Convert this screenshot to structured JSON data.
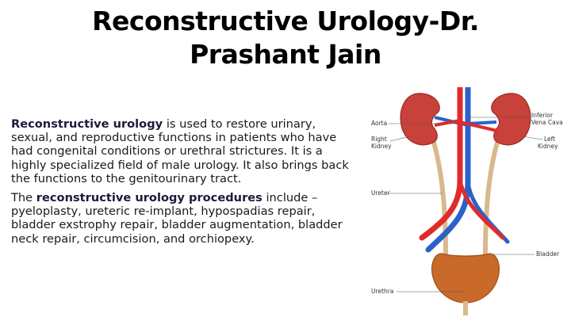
{
  "title_line1": "Reconstructive Urology-Dr.",
  "title_line2": "Prashant Jain",
  "para1": {
    "bold": "Reconstructive urology",
    "rest": " is used to restore urinary, sexual, and reproductive functions in patients who have had congenital conditions or urethral strictures. It is a highly specialized field of male urology. It also brings back the functions to the genitourinary tract."
  },
  "para2": {
    "lead": "The ",
    "bold": "reconstructive urology procedures",
    "rest": " include – pyeloplasty, ureteric re-implant, hypospadias repair, bladder exstrophy repair, bladder augmentation, bladder neck repair, circumcision, and orchiopexy."
  },
  "figure_labels": {
    "aorta": "Aorta",
    "right_kidney_1": "Right",
    "right_kidney_2": "Kidney",
    "ureter": "Ureter",
    "urethra": "Urethra",
    "ivc_1": "Inferior",
    "ivc_2": "Vena Cava",
    "left_kidney_1": "Left",
    "left_kidney_2": "Kidney",
    "bladder": "Bladder"
  },
  "colors": {
    "kidney": "#c8413a",
    "artery": "#e02b2b",
    "vein": "#2a62c9",
    "ureter": "#d9b98c",
    "bladder": "#c9692a"
  }
}
